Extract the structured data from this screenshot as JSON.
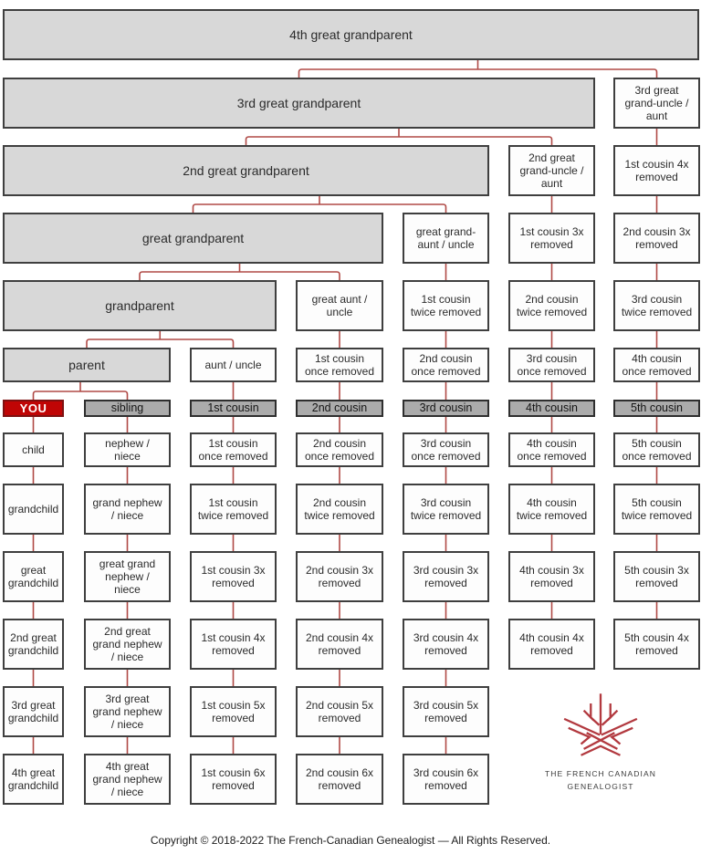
{
  "footer": {
    "text": "Copyright © 2018-2022 The French-Canadian Genealogist — All Rights Reserved."
  },
  "logo": {
    "line1": "THE FRENCH CANADIAN",
    "line2": "GENEALOGIST"
  },
  "colors": {
    "bar_fill": "#d8d8d8",
    "box_fill": "#fdfdfd",
    "shaded_fill": "#ababab",
    "you_fill": "#c00505",
    "border": "#3f3f3f",
    "connector": "#b04a46",
    "logo_red": "#b2393f"
  },
  "chart": {
    "nodes": [
      {
        "id": "bar1",
        "variant": "bar",
        "row": 1,
        "label": "4th great grandparent"
      },
      {
        "id": "bar2",
        "variant": "bar",
        "row": 2,
        "label": "3rd great grandparent"
      },
      {
        "id": "c7r2",
        "variant": "box",
        "row": 2,
        "col": 7,
        "label": "3rd great\ngrand-uncle /\naunt"
      },
      {
        "id": "bar3",
        "variant": "bar",
        "row": 3,
        "label": "2nd great grandparent"
      },
      {
        "id": "c6r3",
        "variant": "box",
        "row": 3,
        "col": 6,
        "label": "2nd great\ngrand-uncle /\naunt"
      },
      {
        "id": "c7r3",
        "variant": "box",
        "row": 3,
        "col": 7,
        "label": "1st cousin 4x\nremoved"
      },
      {
        "id": "bar4",
        "variant": "bar",
        "row": 4,
        "label": "great grandparent"
      },
      {
        "id": "c5r4",
        "variant": "box",
        "row": 4,
        "col": 5,
        "label": "great grand-\naunt / uncle"
      },
      {
        "id": "c6r4",
        "variant": "box",
        "row": 4,
        "col": 6,
        "label": "1st cousin 3x\nremoved"
      },
      {
        "id": "c7r4",
        "variant": "box",
        "row": 4,
        "col": 7,
        "label": "2nd cousin 3x\nremoved"
      },
      {
        "id": "bar5",
        "variant": "bar",
        "row": 5,
        "label": "grandparent"
      },
      {
        "id": "c4r5",
        "variant": "box",
        "row": 5,
        "col": 4,
        "label": "great aunt /\nuncle"
      },
      {
        "id": "c5r5",
        "variant": "box",
        "row": 5,
        "col": 5,
        "label": "1st cousin\ntwice removed"
      },
      {
        "id": "c6r5",
        "variant": "box",
        "row": 5,
        "col": 6,
        "label": "2nd cousin\ntwice removed"
      },
      {
        "id": "c7r5",
        "variant": "box",
        "row": 5,
        "col": 7,
        "label": "3rd cousin\ntwice removed"
      },
      {
        "id": "bar6",
        "variant": "bar",
        "row": 6,
        "label": "parent"
      },
      {
        "id": "c3r6",
        "variant": "box",
        "row": 6,
        "col": 3,
        "label": "aunt / uncle"
      },
      {
        "id": "c4r6",
        "variant": "box",
        "row": 6,
        "col": 4,
        "label": "1st cousin\nonce removed"
      },
      {
        "id": "c5r6",
        "variant": "box",
        "row": 6,
        "col": 5,
        "label": "2nd cousin\nonce removed"
      },
      {
        "id": "c6r6",
        "variant": "box",
        "row": 6,
        "col": 6,
        "label": "3rd cousin\nonce removed"
      },
      {
        "id": "c7r6",
        "variant": "box",
        "row": 6,
        "col": 7,
        "label": "4th cousin\nonce removed"
      },
      {
        "id": "c1r7",
        "variant": "you",
        "row": 7,
        "col": 1,
        "label": "YOU"
      },
      {
        "id": "c2r7",
        "variant": "shaded",
        "row": 7,
        "col": 2,
        "label": "sibling"
      },
      {
        "id": "c3r7",
        "variant": "shaded",
        "row": 7,
        "col": 3,
        "label": "1st cousin"
      },
      {
        "id": "c4r7",
        "variant": "shaded",
        "row": 7,
        "col": 4,
        "label": "2nd cousin"
      },
      {
        "id": "c5r7",
        "variant": "shaded",
        "row": 7,
        "col": 5,
        "label": "3rd cousin"
      },
      {
        "id": "c6r7",
        "variant": "shaded",
        "row": 7,
        "col": 6,
        "label": "4th cousin"
      },
      {
        "id": "c7r7",
        "variant": "shaded",
        "row": 7,
        "col": 7,
        "label": "5th cousin"
      },
      {
        "id": "c1r8",
        "variant": "box",
        "row": 8,
        "col": 1,
        "label": "child"
      },
      {
        "id": "c2r8",
        "variant": "box",
        "row": 8,
        "col": 2,
        "label": "nephew /\nniece"
      },
      {
        "id": "c3r8",
        "variant": "box",
        "row": 8,
        "col": 3,
        "label": "1st cousin\nonce removed"
      },
      {
        "id": "c4r8",
        "variant": "box",
        "row": 8,
        "col": 4,
        "label": "2nd cousin\nonce removed"
      },
      {
        "id": "c5r8",
        "variant": "box",
        "row": 8,
        "col": 5,
        "label": "3rd cousin\nonce removed"
      },
      {
        "id": "c6r8",
        "variant": "box",
        "row": 8,
        "col": 6,
        "label": "4th cousin\nonce removed"
      },
      {
        "id": "c7r8",
        "variant": "box",
        "row": 8,
        "col": 7,
        "label": "5th cousin\nonce removed"
      },
      {
        "id": "c1r9",
        "variant": "box",
        "row": 9,
        "col": 1,
        "label": "grandchild"
      },
      {
        "id": "c2r9",
        "variant": "box",
        "row": 9,
        "col": 2,
        "label": "grand nephew\n/ niece"
      },
      {
        "id": "c3r9",
        "variant": "box",
        "row": 9,
        "col": 3,
        "label": "1st cousin\ntwice removed"
      },
      {
        "id": "c4r9",
        "variant": "box",
        "row": 9,
        "col": 4,
        "label": "2nd cousin\ntwice removed"
      },
      {
        "id": "c5r9",
        "variant": "box",
        "row": 9,
        "col": 5,
        "label": "3rd cousin\ntwice removed"
      },
      {
        "id": "c6r9",
        "variant": "box",
        "row": 9,
        "col": 6,
        "label": "4th cousin\ntwice removed"
      },
      {
        "id": "c7r9",
        "variant": "box",
        "row": 9,
        "col": 7,
        "label": "5th cousin\ntwice removed"
      },
      {
        "id": "c1r10",
        "variant": "box",
        "row": 10,
        "col": 1,
        "label": "great\ngrandchild"
      },
      {
        "id": "c2r10",
        "variant": "box",
        "row": 10,
        "col": 2,
        "label": "great grand\nnephew /\nniece"
      },
      {
        "id": "c3r10",
        "variant": "box",
        "row": 10,
        "col": 3,
        "label": "1st cousin 3x\nremoved"
      },
      {
        "id": "c4r10",
        "variant": "box",
        "row": 10,
        "col": 4,
        "label": "2nd cousin 3x\nremoved"
      },
      {
        "id": "c5r10",
        "variant": "box",
        "row": 10,
        "col": 5,
        "label": "3rd cousin 3x\nremoved"
      },
      {
        "id": "c6r10",
        "variant": "box",
        "row": 10,
        "col": 6,
        "label": "4th cousin 3x\nremoved"
      },
      {
        "id": "c7r10",
        "variant": "box",
        "row": 10,
        "col": 7,
        "label": "5th cousin 3x\nremoved"
      },
      {
        "id": "c1r11",
        "variant": "box",
        "row": 11,
        "col": 1,
        "label": "2nd great\ngrandchild"
      },
      {
        "id": "c2r11",
        "variant": "box",
        "row": 11,
        "col": 2,
        "label": "2nd great\ngrand nephew\n/ niece"
      },
      {
        "id": "c3r11",
        "variant": "box",
        "row": 11,
        "col": 3,
        "label": "1st cousin 4x\nremoved"
      },
      {
        "id": "c4r11",
        "variant": "box",
        "row": 11,
        "col": 4,
        "label": "2nd cousin 4x\nremoved"
      },
      {
        "id": "c5r11",
        "variant": "box",
        "row": 11,
        "col": 5,
        "label": "3rd cousin 4x\nremoved"
      },
      {
        "id": "c6r11",
        "variant": "box",
        "row": 11,
        "col": 6,
        "label": "4th cousin 4x\nremoved"
      },
      {
        "id": "c7r11",
        "variant": "box",
        "row": 11,
        "col": 7,
        "label": "5th cousin 4x\nremoved"
      },
      {
        "id": "c1r12",
        "variant": "box",
        "row": 12,
        "col": 1,
        "label": "3rd great\ngrandchild"
      },
      {
        "id": "c2r12",
        "variant": "box",
        "row": 12,
        "col": 2,
        "label": "3rd great\ngrand nephew\n/ niece"
      },
      {
        "id": "c3r12",
        "variant": "box",
        "row": 12,
        "col": 3,
        "label": "1st cousin 5x\nremoved"
      },
      {
        "id": "c4r12",
        "variant": "box",
        "row": 12,
        "col": 4,
        "label": "2nd cousin 5x\nremoved"
      },
      {
        "id": "c5r12",
        "variant": "box",
        "row": 12,
        "col": 5,
        "label": "3rd cousin 5x\nremoved"
      },
      {
        "id": "c1r13",
        "variant": "box",
        "row": 13,
        "col": 1,
        "label": "4th great\ngrandchild"
      },
      {
        "id": "c2r13",
        "variant": "box",
        "row": 13,
        "col": 2,
        "label": "4th great\ngrand nephew\n/ niece"
      },
      {
        "id": "c3r13",
        "variant": "box",
        "row": 13,
        "col": 3,
        "label": "1st cousin 6x\nremoved"
      },
      {
        "id": "c4r13",
        "variant": "box",
        "row": 13,
        "col": 4,
        "label": "2nd cousin 6x\nremoved"
      },
      {
        "id": "c5r13",
        "variant": "box",
        "row": 13,
        "col": 5,
        "label": "3rd cousin 6x\nremoved"
      }
    ],
    "edges": {
      "brackets": [
        {
          "parent": "bar1",
          "children": [
            "bar2",
            "c7r2"
          ]
        },
        {
          "parent": "bar2",
          "children": [
            "bar3",
            "c6r3"
          ]
        },
        {
          "parent": "bar3",
          "children": [
            "bar4",
            "c5r4"
          ]
        },
        {
          "parent": "bar4",
          "children": [
            "bar5",
            "c4r5"
          ]
        },
        {
          "parent": "bar5",
          "children": [
            "bar6",
            "c3r6"
          ]
        },
        {
          "parent": "bar6",
          "children": [
            "c1r7",
            "c2r7"
          ]
        }
      ],
      "chains": [
        [
          "c1r7",
          "c1r8",
          "c1r9",
          "c1r10",
          "c1r11",
          "c1r12",
          "c1r13"
        ],
        [
          "c2r7",
          "c2r8",
          "c2r9",
          "c2r10",
          "c2r11",
          "c2r12",
          "c2r13"
        ],
        [
          "c3r6",
          "c3r7",
          "c3r8",
          "c3r9",
          "c3r10",
          "c3r11",
          "c3r12",
          "c3r13"
        ],
        [
          "c4r5",
          "c4r6",
          "c4r7",
          "c4r8",
          "c4r9",
          "c4r10",
          "c4r11",
          "c4r12",
          "c4r13"
        ],
        [
          "c5r4",
          "c5r5",
          "c5r6",
          "c5r7",
          "c5r8",
          "c5r9",
          "c5r10",
          "c5r11",
          "c5r12",
          "c5r13"
        ],
        [
          "c6r3",
          "c6r4",
          "c6r5",
          "c6r6",
          "c6r7",
          "c6r8",
          "c6r9",
          "c6r10",
          "c6r11"
        ],
        [
          "c7r2",
          "c7r3",
          "c7r4",
          "c7r5",
          "c7r6",
          "c7r7",
          "c7r8",
          "c7r9",
          "c7r10",
          "c7r11"
        ]
      ]
    }
  }
}
